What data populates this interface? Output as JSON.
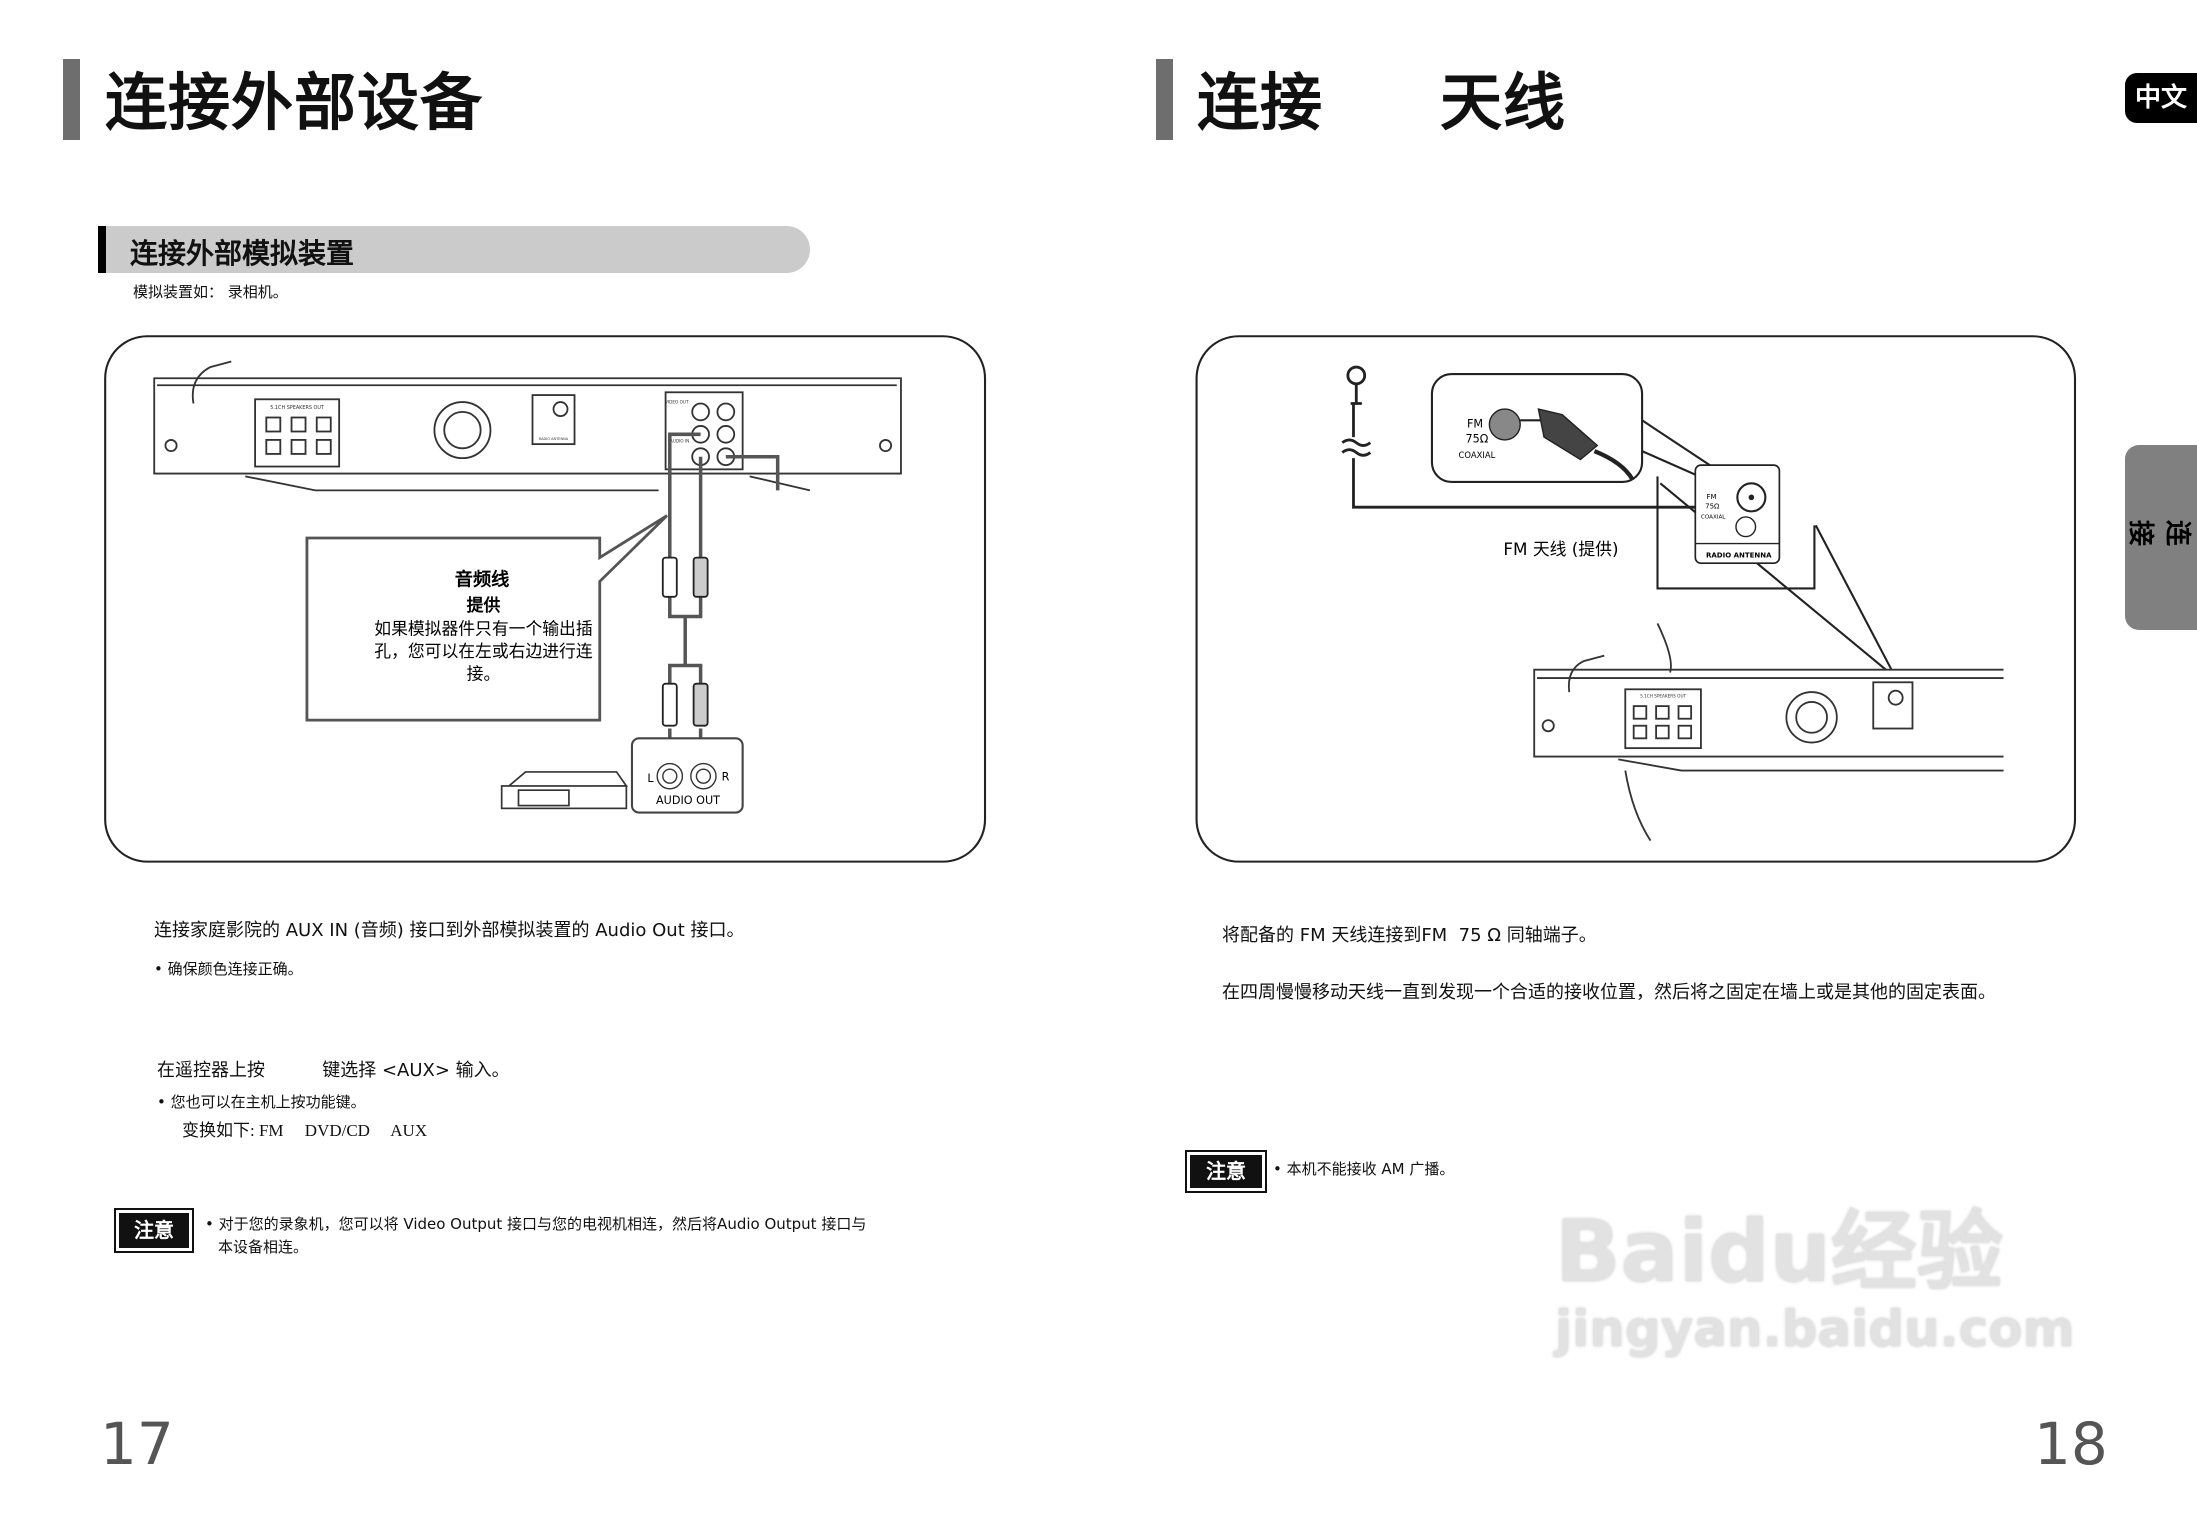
{
  "left_page": {
    "title": "连接外部设备",
    "section_header": "连接外部模拟装置",
    "subtitle": "模拟装置如： 录相机。",
    "diagram": {
      "callout_title": "音频线",
      "callout_subtitle": "提供",
      "callout_text_1": "如果模拟器件只有一个输出插",
      "callout_text_2": "孔，您可以在左或右边进行连",
      "callout_text_3": "接。",
      "audio_out_label": "AUDIO OUT",
      "left_label": "L",
      "right_label": "R",
      "speakers_out_label": "5.1CH SPEAKERS OUT",
      "video_out_label": "VIDEO OUT",
      "audio_in_label": "AUDIO IN",
      "radio_antenna_label": "RADIO ANTENNA"
    },
    "step1": "连接家庭影院的 AUX IN (音频) 接口到外部模拟装置的 Audio Out 接口。",
    "step1_bullet": "• 确保颜色连接正确。",
    "step2": "在遥控器上按          键选择 <AUX> 输入。",
    "step2_bullet": "• 您也可以在主机上按功能键。",
    "step2_sequence": "变换如下: FM     DVD/CD     AUX",
    "note_label": "注意",
    "note_line1": "• 对于您的录象机，您可以将 Video Output 接口与您的电视机相连，然后将Audio Output 接口与",
    "note_line2": "本设备相连。",
    "page_number": "17"
  },
  "right_page": {
    "title_part1": "连接",
    "title_part2": "天线",
    "language_tab": "中文",
    "side_tab": "连接",
    "diagram": {
      "inset_fm": "FM",
      "inset_ohm": "75Ω",
      "inset_coaxial": "COAXIAL",
      "panel_fm": "FM",
      "panel_ohm": "75Ω",
      "panel_coaxial": "COAXIAL",
      "radio_antenna": "RADIO ANTENNA",
      "antenna_caption": "FM 天线 (提供)",
      "speakers_out_label": "5.1CH SPEAKERS OUT"
    },
    "step1": "将配备的 FM 天线连接到FM  75 Ω 同轴端子。",
    "step2": "在四周慢慢移动天线一直到发现一个合适的接收位置，然后将之固定在墙上或是其他的固定表面。",
    "note_label": "注意",
    "note_text": "• 本机不能接收 AM 广播。",
    "page_number": "18"
  },
  "watermark": {
    "line1": "Baidu经验",
    "line2": "jingyan.baidu.com"
  },
  "colors": {
    "title_bar": "#6e6e6e",
    "section_header_bg": "#cbcbcb",
    "side_tab": "#808080",
    "note_box": "#111111"
  }
}
